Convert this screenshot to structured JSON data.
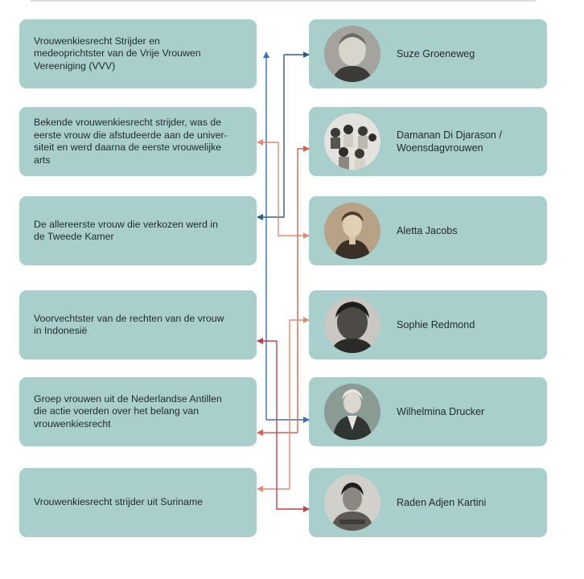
{
  "descriptions": [
    "Vrouwenkiesrecht Strijder en medeoprichtster van de Vrije Vrouwen Vereeniging (VVV)",
    "Bekende vrouwenkiesrecht strijder, was de eerste vrouw die afstudeerde aan de universiteit en werd daarna de eerste vrouwelijke arts",
    "De allereerste vrouw die verkozen werd in de Tweede Kamer",
    "Voorvechtster van de rechten van de vrouw in Indonesië",
    "Groep vrouwen uit de Nederlandse Antillen die actie voerden over het belang van vrouwenkiesrecht",
    "Vrouwenkiesrecht strijder uit Suriname"
  ],
  "description_lines": [
    [
      "Vrouwenkiesrecht Strijder en",
      "medeoprichtster van de Vrije Vrouwen",
      "Vereeniging (VVV)"
    ],
    [
      "Bekende vrouwenkiesrecht strijder, was de",
      "eerste vrouw die afstudeerde aan de univer-",
      "siteit en werd daarna de eerste vrouwelijke",
      "arts"
    ],
    [
      "De allereerste vrouw die verkozen werd in",
      "de Tweede Kamer"
    ],
    [
      "Voorvechtster van de rechten van de vrouw",
      "in Indonesië"
    ],
    [
      "Groep vrouwen uit de Nederlandse Antillen",
      "die actie voerden over het belang van",
      "vrouwenkiesrecht"
    ],
    [
      "Vrouwenkiesrecht strijder uit Suriname"
    ]
  ],
  "people": [
    {
      "name_lines": [
        "Suze Groeneweg"
      ],
      "icon": "portrait-photo-icon"
    },
    {
      "name_lines": [
        "Damanan Di Djarason /",
        "Woensdagvrouwen"
      ],
      "icon": "group-photo-icon"
    },
    {
      "name_lines": [
        "Aletta Jacobs"
      ],
      "icon": "portrait-photo-icon"
    },
    {
      "name_lines": [
        "Sophie Redmond"
      ],
      "icon": "portrait-photo-icon"
    },
    {
      "name_lines": [
        "Wilhelmina Drucker"
      ],
      "icon": "portrait-photo-icon"
    },
    {
      "name_lines": [
        "Raden Adjen Kartini"
      ],
      "icon": "portrait-photo-icon"
    }
  ],
  "connections": [
    {
      "description": 0,
      "person": 0,
      "color": "#2e5d87"
    },
    {
      "description": 2,
      "person": 0,
      "color": "#2e5d87"
    },
    {
      "description": 0,
      "person": 4,
      "color": "#3a6fc0"
    },
    {
      "description": 1,
      "person": 2,
      "color": "#e98a70"
    },
    {
      "description": 4,
      "person": 1,
      "color": "#d9604d"
    },
    {
      "description": 5,
      "person": 3,
      "color": "#e98a70"
    },
    {
      "description": 3,
      "person": 5,
      "color": "#c2404a"
    }
  ],
  "colors": {
    "card_background": "#a9cfcc",
    "teal_dark": "#2e5d87",
    "blue": "#3a6fc0",
    "salmon": "#e98a70",
    "coral": "#d9604d",
    "red": "#c2404a"
  }
}
